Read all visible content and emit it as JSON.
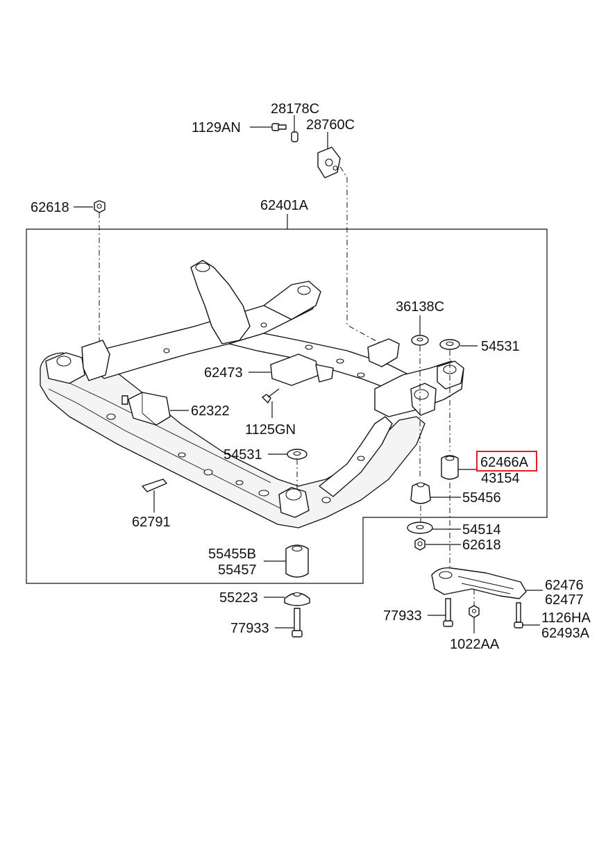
{
  "parts": {
    "p28178C": "28178C",
    "p1129AN": "1129AN",
    "p28760C": "28760C",
    "p62618_top": "62618",
    "p62401A": "62401A",
    "p36138C": "36138C",
    "p54531_right": "54531",
    "p62473": "62473",
    "p62322": "62322",
    "p1125GN": "1125GN",
    "p54531_left": "54531",
    "p62466A": "62466A",
    "p43154": "43154",
    "p55456": "55456",
    "p62791": "62791",
    "p54514": "54514",
    "p62618_bottom": "62618",
    "p55455B": "55455B",
    "p55457": "55457",
    "p62476": "62476",
    "p62477": "62477",
    "p55223": "55223",
    "p77933_right": "77933",
    "p1126HA": "1126HA",
    "p77933_left": "77933",
    "p62493A": "62493A",
    "p1022AA": "1022AA"
  },
  "highlight_color": "#e02020"
}
